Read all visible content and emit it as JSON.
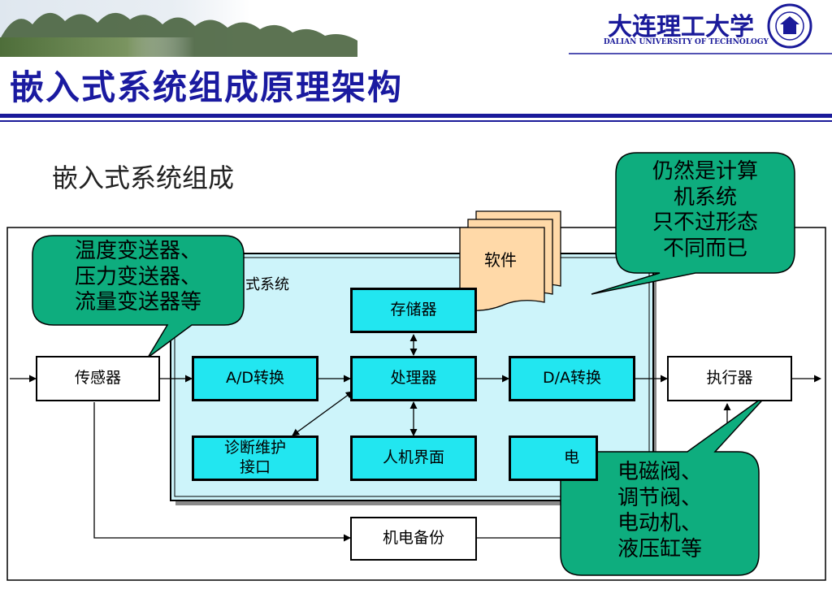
{
  "header": {
    "title": "嵌入式系统组成原理架构",
    "brand_cn": "大连理工大学",
    "brand_en": "DALIAN UNIVERSITY OF TECHNOLOGY"
  },
  "diagram": {
    "heading": "嵌入式系统组成",
    "inner_label": "式系统",
    "nodes": {
      "sensor": "传感器",
      "actuator": "执行器",
      "ad": "A/D转换",
      "processor": "处理器",
      "da": "D/A转换",
      "storage": "存储器",
      "diag": "诊断维护\n接口",
      "hmi": "人机界面",
      "partial": "电",
      "backup": "机电备份",
      "software": "软件"
    },
    "callouts": {
      "sensors": "温度变送器、\n压力变送器、\n流量变送器等",
      "computing": "仍然是计算\n机系统\n只不过形态\n不同而已",
      "actuators": "电磁阀、\n调节阀、\n电动机、\n液压缸等"
    }
  },
  "colors": {
    "title": "#1a1aa0",
    "callout_fill": "#0ead7e",
    "cyan_box": "#22e6f0",
    "panel": "#cdf4fa",
    "software": "#ffd9a8"
  }
}
